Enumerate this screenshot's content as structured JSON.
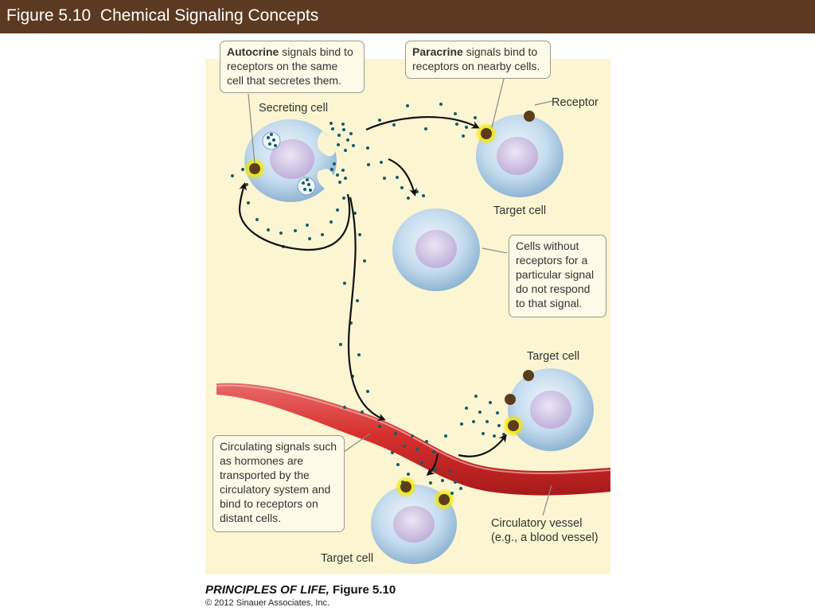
{
  "header": {
    "title": "Figure 5.10  Chemical Signaling Concepts"
  },
  "callouts": {
    "autocrine": {
      "bold": "Autocrine",
      "text": " signals bind to receptors on the same cell that secretes them."
    },
    "paracrine": {
      "bold": "Paracrine",
      "text": " signals bind to receptors on nearby cells."
    },
    "no_receptor": "Cells without receptors for a particular signal do not respond to that signal.",
    "circulating": "Circulating signals such as hormones are transported by the circulatory system and bind to receptors on distant cells."
  },
  "labels": {
    "secreting_cell": "Secreting cell",
    "receptor": "Receptor",
    "target_cell_paracrine": "Target cell",
    "target_cell_right": "Target cell",
    "target_cell_bottom": "Target cell",
    "vessel_line1": "Circulatory vessel",
    "vessel_line2": "(e.g., a blood vessel)"
  },
  "footer": {
    "book_title": "PRINCIPLES OF LIFE,",
    "figure": " Figure 5.10",
    "copyright": "© 2012 Sinauer Associates, Inc."
  },
  "colors": {
    "title_bar": "#5c3a21",
    "panel": "#fbf5d2",
    "signal_dot": "#135e6a",
    "receptor": "#5a3e1b",
    "receptor_glow": "#f4e400",
    "vessel": "#c8282a",
    "cell": "#b9d6ea",
    "nucleus": "#c6b8dc"
  }
}
